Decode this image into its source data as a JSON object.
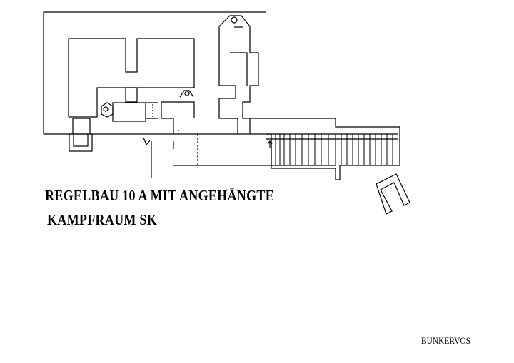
{
  "title": {
    "line1": "REGELBAU 10 A  MIT  ANGEHÄNGTE",
    "line2": "KAMPFRAUM   SK"
  },
  "credit": "BUNKERVOS",
  "colors": {
    "background": "#ffffff",
    "ink": "#000000"
  }
}
